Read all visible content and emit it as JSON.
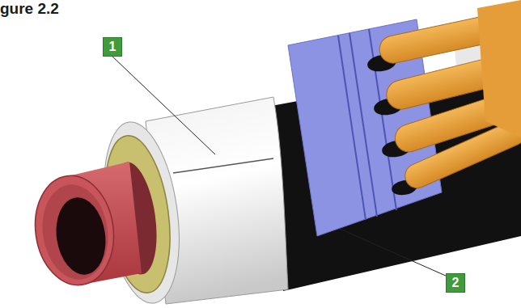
{
  "diagram": {
    "title": "gure 2.2",
    "labels": [
      "1",
      "2"
    ]
  }
}
